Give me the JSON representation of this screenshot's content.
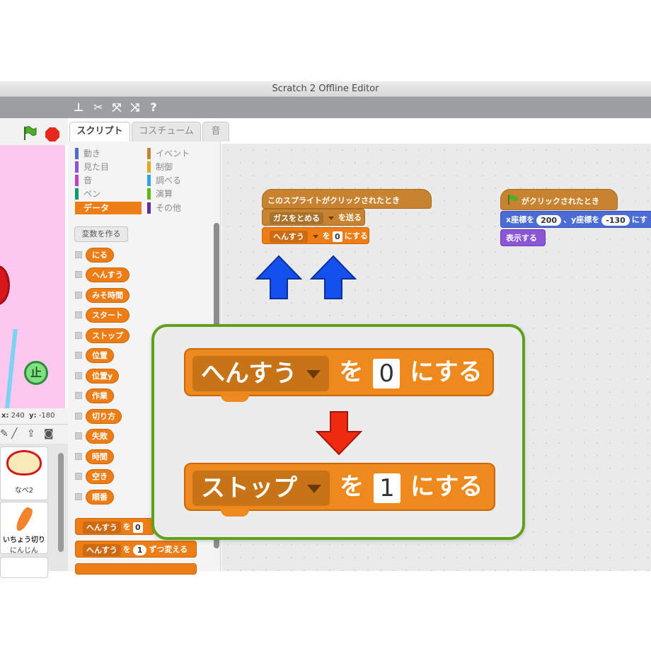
{
  "window": {
    "title": "Scratch 2 Offline Editor"
  },
  "toolbar": {
    "icons": [
      "duplicate-icon",
      "delete-icon",
      "grow-icon",
      "shrink-icon",
      "help-icon"
    ]
  },
  "stage": {
    "stop_sign": "止",
    "x_label": "x:",
    "x_value": "240",
    "y_label": "y:",
    "y_value": "-180"
  },
  "sprites": [
    {
      "name": "なべ2"
    },
    {
      "costume": "いちょう切り",
      "name": "にんじん"
    }
  ],
  "tabs": [
    "スクリプト",
    "コスチューム",
    "音"
  ],
  "palette": {
    "categories": [
      "動き",
      "見た目",
      "音",
      "ペン",
      "データ",
      "イベント",
      "制御",
      "調べる",
      "演算",
      "その他"
    ],
    "selected_category": "データ",
    "make_variable": "変数を作る",
    "variables": [
      "にる",
      "へんすう",
      "みそ時間",
      "スタート",
      "ストップ",
      "位置",
      "位置y",
      "作業",
      "切り方",
      "失敗",
      "時間",
      "空き",
      "順番"
    ],
    "set_block": {
      "variable": "へんすう",
      "wo": "を",
      "value": "0"
    },
    "change_block": {
      "variable": "へんすう",
      "wo": "を",
      "value": "1",
      "suffix": "ずつ変える"
    }
  },
  "scripts": {
    "left": {
      "hat": "このスプライトがクリックされたとき",
      "broadcast_message": "ガスをとめる",
      "broadcast_suffix": "を送る",
      "set_variable": "へんすう",
      "set_wo": "を",
      "set_value": "0",
      "set_suffix": "にする"
    },
    "right": {
      "hat": "がクリックされたとき",
      "goto_x_label": "x座標を",
      "goto_x": "200",
      "goto_y_label": "、y座標を",
      "goto_y": "-130",
      "goto_suffix": "にす",
      "show": "表示する"
    }
  },
  "callout": {
    "before": {
      "variable": "へんすう",
      "wo": "を",
      "value": "0",
      "suffix": "にする"
    },
    "after": {
      "variable": "ストップ",
      "wo": "を",
      "value": "1",
      "suffix": "にする"
    }
  },
  "colors": {
    "data_block": "#ee7d16",
    "event_block": "#c88330",
    "motion_block": "#4a6cd4",
    "looks_block": "#8a55d7",
    "callout_border": "#5fa11c",
    "arrow_up": "#1450ec",
    "arrow_down": "#ee2a10"
  }
}
